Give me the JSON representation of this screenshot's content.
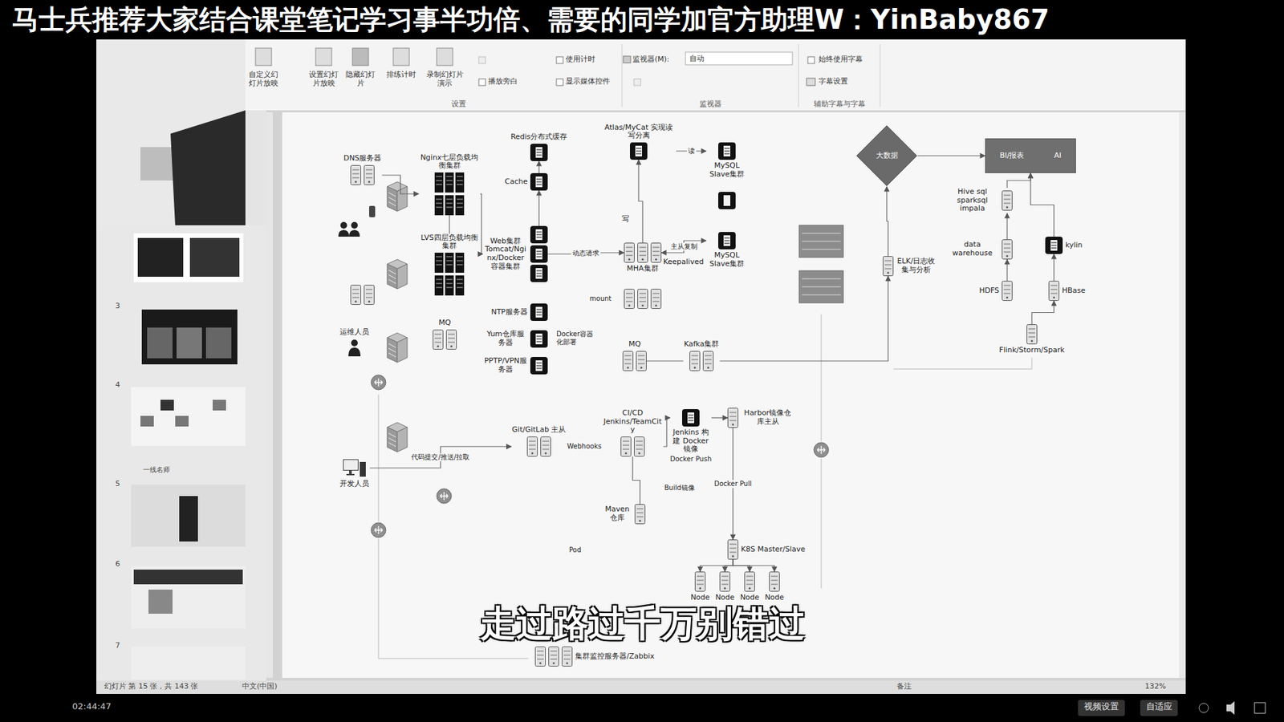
{
  "diagram": {
    "nodes": [
      {
        "text": [
          "DNS服务器"
        ]
      },
      {
        "text": [
          "Nginx七层负载均衡集群"
        ]
      },
      {
        "text": [
          "LVS四层负载均衡集群"
        ]
      },
      {
        "text": [
          "Redis分布式缓存"
        ]
      },
      {
        "text": [
          "Cache"
        ]
      },
      {
        "text": [
          "Web集群 Tomcat/Nginx/Docker容器集群"
        ]
      },
      {
        "text": [
          "NTP服务器"
        ]
      },
      {
        "text": [
          "Yum仓库服务器"
        ]
      },
      {
        "text": [
          "PPTP/VPN服务器"
        ]
      },
      {
        "text": [
          "MQ"
        ]
      },
      {
        "text": [
          "运维人员"
        ]
      },
      {
        "text": [
          "Atlas/MyCat 实现读写分离"
        ]
      },
      {
        "text": [
          "MySQL Slave集群"
        ]
      },
      {
        "text": [
          "MHA集群"
        ]
      },
      {
        "text": [
          "MySQL Slave集群"
        ]
      },
      {
        "text": [
          "MQ"
        ]
      },
      {
        "text": [
          "Kafka集群"
        ]
      },
      {
        "text": [
          "大数据"
        ]
      },
      {
        "text": [
          "BI/报表",
          "AI"
        ]
      },
      {
        "text": [
          "Hive sql sparksql impala"
        ]
      },
      {
        "text": [
          "data warehouse"
        ]
      },
      {
        "text": [
          "HDFS"
        ]
      },
      {
        "text": [
          "kylin"
        ]
      },
      {
        "text": [
          "HBase"
        ]
      },
      {
        "text": [
          "Flink/Storm/Spark"
        ]
      },
      {
        "text": [
          "ELK/日志收集与分析"
        ]
      },
      {
        "text": [
          "Git/GitLab 主从"
        ]
      },
      {
        "text": [
          "CI/CD Jenkins/TeamCity"
        ]
      },
      {
        "text": [
          "Jenkins 构建 Docker 镜像"
        ]
      },
      {
        "text": [
          "Harbor镜像仓库主从"
        ]
      },
      {
        "text": [
          "Maven仓库"
        ]
      },
      {
        "text": [
          "K8S Master/Slave"
        ]
      },
      {
        "text": [
          "Node"
        ]
      },
      {
        "text": [
          "Node"
        ]
      },
      {
        "text": [
          "Node"
        ]
      },
      {
        "text": [
          "Node"
        ]
      },
      {
        "text": [
          "集群监控服务器/Zabbix"
        ]
      },
      {
        "text": [
          "开发人员"
        ]
      }
    ],
    "edges": [
      {
        "from": 0,
        "to": 1,
        "arrow": "to"
      },
      {
        "from": 2,
        "to": 1,
        "arrow": "none"
      },
      {
        "from": 1,
        "to": 5,
        "arrow": "to"
      },
      {
        "from": 5,
        "to": 4,
        "arrow": "to"
      },
      {
        "from": 4,
        "to": 3,
        "arrow": "to"
      },
      {
        "from": 5,
        "to": 13,
        "label": "动态请求",
        "arrow": "to"
      },
      {
        "from": 13,
        "to": 11,
        "arrow": "to"
      },
      {
        "from": 11,
        "to": 12,
        "label": "读",
        "arrow": "to"
      },
      {
        "from": 13,
        "to": 14,
        "label": "主从复制",
        "arrow": "both"
      },
      {
        "from": 15,
        "to": 16,
        "arrow": "none"
      },
      {
        "from": 16,
        "to": 25,
        "arrow": "to"
      },
      {
        "from": 25,
        "to": 17,
        "arrow": "to"
      },
      {
        "from": 17,
        "to": 18,
        "arrow": "to"
      },
      {
        "from": 20,
        "to": 19,
        "arrow": "to"
      },
      {
        "from": 21,
        "to": 20,
        "arrow": "to"
      },
      {
        "from": 19,
        "to": 18,
        "arrow": "to"
      },
      {
        "from": 23,
        "to": 22,
        "arrow": "to"
      },
      {
        "from": 24,
        "to": 23,
        "arrow": "to"
      },
      {
        "from": 22,
        "to": 18,
        "arrow": "to"
      },
      {
        "from": 37,
        "to": 26,
        "label": "代码提交/推送/拉取",
        "arrow": "to"
      },
      {
        "from": 26,
        "to": 27,
        "label": "Webhooks",
        "arrow": "to"
      },
      {
        "from": 27,
        "to": 28,
        "arrow": "to"
      },
      {
        "from": 28,
        "to": 29,
        "arrow": "to"
      },
      {
        "from": 27,
        "to": 30,
        "arrow": "none"
      },
      {
        "from": 29,
        "to": 31,
        "label": "Docker Pull",
        "arrow": "to"
      },
      {
        "from": 31,
        "to": 32,
        "arrow": "to"
      },
      {
        "from": 31,
        "to": 33,
        "arrow": "to"
      },
      {
        "from": 31,
        "to": 34,
        "arrow": "to"
      },
      {
        "from": 31,
        "to": 35,
        "arrow": "to"
      }
    ],
    "labels": [
      "马士兵推荐大家结合课堂笔记学习事半功倍、需要的同学加官方助理W：YinBaby867",
      "走过路过千万别错过",
      "02:44:47",
      "视频设置",
      "自适应",
      "幻灯片 第 15 张，共 143 张",
      "中文(中国)",
      "备注",
      "132%",
      "自定义幻灯片放映",
      "设置幻灯片放映",
      "隐藏幻灯片",
      "排练计时",
      "录制幻灯片演示",
      "使用计时",
      "播放旁白",
      "显示媒体控件",
      "监视器(M):",
      "自动",
      "始终使用字幕",
      "字幕设置",
      "设置",
      "监视器",
      "辅助字幕与字幕",
      "3",
      "4",
      "一线名师",
      "5",
      "6",
      "7",
      "Docker容器化部署",
      "写",
      "Keepalived",
      "mount",
      "Docker Push",
      "Build镜像",
      "Pod"
    ]
  }
}
